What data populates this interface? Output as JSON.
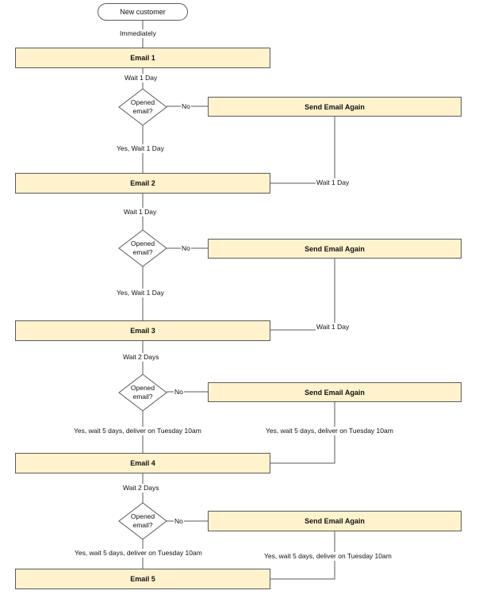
{
  "start": {
    "label": "New customer"
  },
  "emails": [
    {
      "label": "Email 1"
    },
    {
      "label": "Email 2"
    },
    {
      "label": "Email 3"
    },
    {
      "label": "Email 4"
    },
    {
      "label": "Email 5"
    }
  ],
  "decisions": [
    {
      "line1": "Opened",
      "line2": "email?",
      "no": "No",
      "yes": "Yes, Wait 1 Day",
      "resend": "Send Email Again",
      "resend_wait": "Wait 1 Day"
    },
    {
      "line1": "Opened",
      "line2": "email?",
      "no": "No",
      "yes": "Yes, Wait 1 Day",
      "resend": "Send Email Again",
      "resend_wait": "Wait 1 Day"
    },
    {
      "line1": "Opened",
      "line2": "email?",
      "no": "No",
      "yes": "Yes, wait 5 days, deliver on Tuesday 10am",
      "resend": "Send Email Again",
      "resend_wait": "Yes, wait 5 days, deliver on Tuesday 10am"
    },
    {
      "line1": "Opened",
      "line2": "email?",
      "no": "No",
      "yes": "Yes, wait 5 days, deliver on Tuesday 10am",
      "resend": "Send Email Again",
      "resend_wait": "Yes, wait 5 days, deliver on Tuesday 10am"
    }
  ],
  "waits": {
    "immediately": "Immediately",
    "after_email1": "Wait 1 Day",
    "after_email2": "Wait  1 Day",
    "after_email3": "Wait 2 Days",
    "after_email4": "Wait 2 Days"
  },
  "colors": {
    "box_fill": "#fff2cc",
    "stroke": "#5a5a5a",
    "text": "#111111"
  }
}
